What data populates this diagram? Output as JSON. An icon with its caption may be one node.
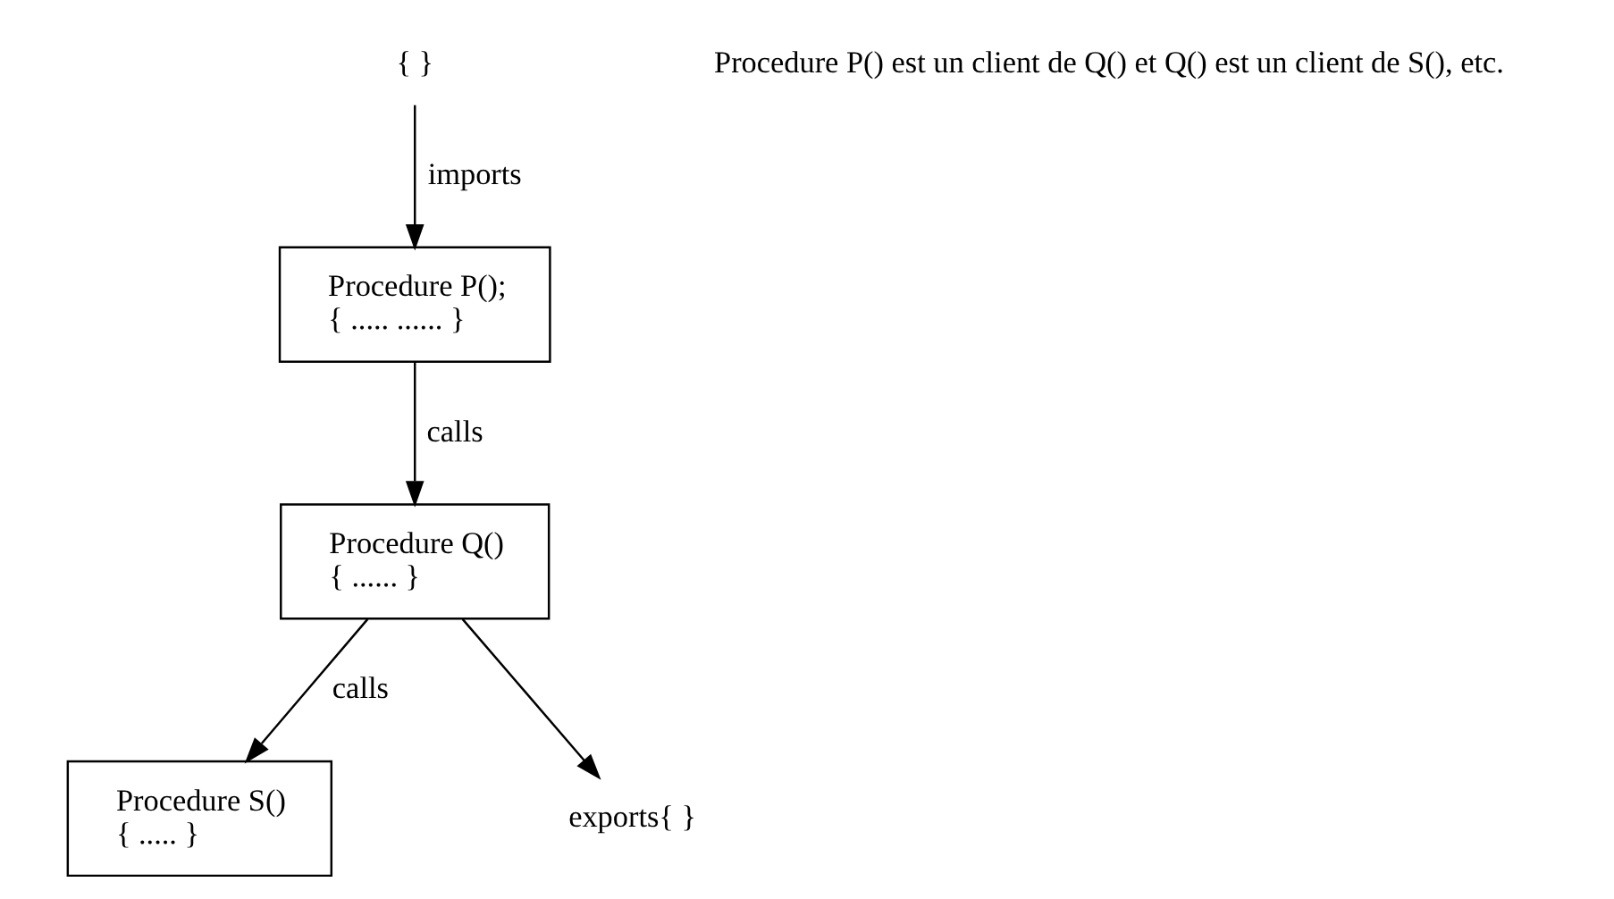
{
  "diagram": {
    "nodes": [
      {
        "text": [
          "Procedure P();",
          "{ ..... ...... }"
        ]
      },
      {
        "text": [
          "Procedure Q()",
          "{ ...... }"
        ]
      },
      {
        "text": [
          "Procedure S()",
          "{ ..... }"
        ]
      },
      {
        "text": [
          "{ }"
        ]
      },
      {
        "text": [
          "exports{ }"
        ]
      }
    ],
    "edges": [
      {
        "from": 0,
        "to": 1,
        "arrow": "to",
        "label": "calls"
      },
      {
        "from": 3,
        "to": 0,
        "arrow": "to",
        "label": "imports"
      },
      {
        "from": 1,
        "to": 4,
        "arrow": "to"
      },
      {
        "from": 1,
        "to": 2,
        "arrow": "to",
        "label": "calls"
      }
    ],
    "labels": [
      "Procedure P() est un client de Q() et Q() est un client de S(), etc."
    ]
  }
}
